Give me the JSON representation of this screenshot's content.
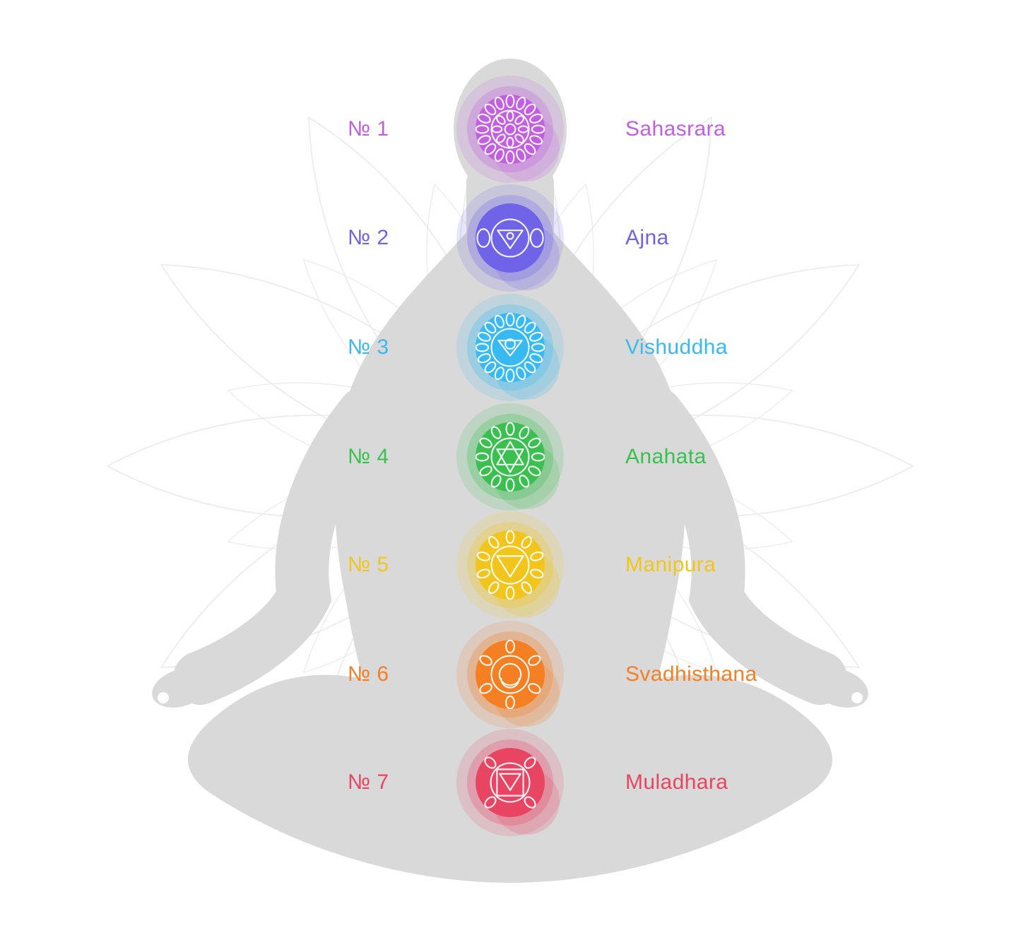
{
  "colors": {
    "background": "#ffffff",
    "silhouette": "#d9d9d9",
    "lotus_outline": "#ececec",
    "symbol_stroke": "#ffffff"
  },
  "chakras": [
    {
      "number": "№ 1",
      "name": "Sahasrara",
      "color": "#c25fe0"
    },
    {
      "number": "№ 2",
      "name": "Ajna",
      "color": "#6f63e8"
    },
    {
      "number": "№ 3",
      "name": "Vishuddha",
      "color": "#38b9f2"
    },
    {
      "number": "№ 4",
      "name": "Anahata",
      "color": "#3bbf51"
    },
    {
      "number": "№ 5",
      "name": "Manipura",
      "color": "#f2c51d"
    },
    {
      "number": "№ 6",
      "name": "Svadhisthana",
      "color": "#f57f23"
    },
    {
      "number": "№ 7",
      "name": "Muladhara",
      "color": "#e84563"
    }
  ]
}
